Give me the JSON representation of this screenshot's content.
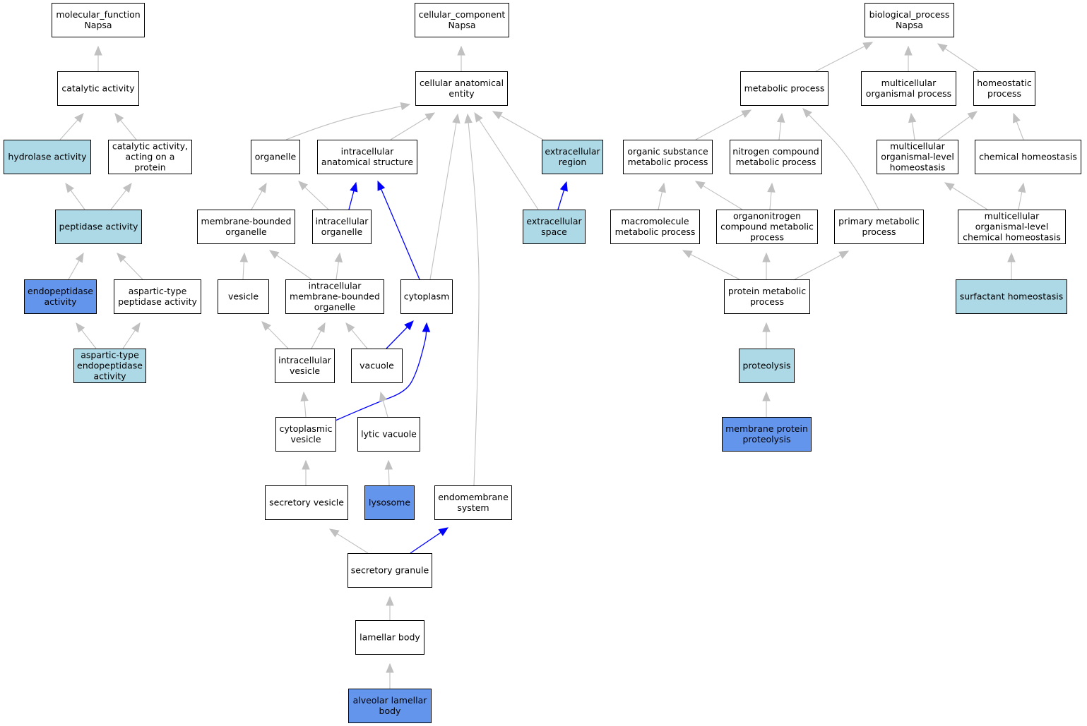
{
  "colors": {
    "plain": "#ffffff",
    "light": "#add8e6",
    "strong": "#6495ed",
    "edge_gray": "#c0c0c0",
    "edge_blue": "#0000ff"
  },
  "nodes": {
    "mf_root": {
      "lines": [
        "molecular_function",
        "Napsa"
      ],
      "fill": "plain"
    },
    "catalytic": {
      "lines": [
        "catalytic activity"
      ],
      "fill": "plain"
    },
    "hydrolase": {
      "lines": [
        "hydrolase activity"
      ],
      "fill": "light"
    },
    "cat_protein": {
      "lines": [
        "catalytic activity,",
        "acting on a",
        "protein"
      ],
      "fill": "plain"
    },
    "peptidase": {
      "lines": [
        "peptidase activity"
      ],
      "fill": "light"
    },
    "endopeptidase": {
      "lines": [
        "endopeptidase",
        "activity"
      ],
      "fill": "strong"
    },
    "asp_peptidase": {
      "lines": [
        "aspartic-type",
        "peptidase activity"
      ],
      "fill": "plain"
    },
    "asp_endo": {
      "lines": [
        "aspartic-type",
        "endopeptidase",
        "activity"
      ],
      "fill": "light"
    },
    "cc_root": {
      "lines": [
        "cellular_component",
        "Napsa"
      ],
      "fill": "plain"
    },
    "cae": {
      "lines": [
        "cellular anatomical",
        "entity"
      ],
      "fill": "plain"
    },
    "organelle": {
      "lines": [
        "organelle"
      ],
      "fill": "plain"
    },
    "ias": {
      "lines": [
        "intracellular",
        "anatomical structure"
      ],
      "fill": "plain"
    },
    "extra_region": {
      "lines": [
        "extracellular",
        "region"
      ],
      "fill": "light"
    },
    "mbo": {
      "lines": [
        "membrane-bounded",
        "organelle"
      ],
      "fill": "plain"
    },
    "intra_org": {
      "lines": [
        "intracellular",
        "organelle"
      ],
      "fill": "plain"
    },
    "extra_space": {
      "lines": [
        "extracellular",
        "space"
      ],
      "fill": "light"
    },
    "vesicle": {
      "lines": [
        "vesicle"
      ],
      "fill": "plain"
    },
    "imbo": {
      "lines": [
        "intracellular",
        "membrane-bounded",
        "organelle"
      ],
      "fill": "plain"
    },
    "cytoplasm": {
      "lines": [
        "cytoplasm"
      ],
      "fill": "plain"
    },
    "intra_vesicle": {
      "lines": [
        "intracellular",
        "vesicle"
      ],
      "fill": "plain"
    },
    "vacuole": {
      "lines": [
        "vacuole"
      ],
      "fill": "plain"
    },
    "cyto_vesicle": {
      "lines": [
        "cytoplasmic",
        "vesicle"
      ],
      "fill": "plain"
    },
    "lytic_vacuole": {
      "lines": [
        "lytic vacuole"
      ],
      "fill": "plain"
    },
    "secretory_vesicle": {
      "lines": [
        "secretory vesicle"
      ],
      "fill": "plain"
    },
    "lysosome": {
      "lines": [
        "lysosome"
      ],
      "fill": "strong"
    },
    "endomembrane": {
      "lines": [
        "endomembrane",
        "system"
      ],
      "fill": "plain"
    },
    "secretory_granule": {
      "lines": [
        "secretory granule"
      ],
      "fill": "plain"
    },
    "lamellar_body": {
      "lines": [
        "lamellar body"
      ],
      "fill": "plain"
    },
    "alveolar_lamellar": {
      "lines": [
        "alveolar lamellar",
        "body"
      ],
      "fill": "strong"
    },
    "bp_root": {
      "lines": [
        "biological_process",
        "Napsa"
      ],
      "fill": "plain"
    },
    "metabolic": {
      "lines": [
        "metabolic process"
      ],
      "fill": "plain"
    },
    "multi_org": {
      "lines": [
        "multicellular",
        "organismal process"
      ],
      "fill": "plain"
    },
    "homeostatic": {
      "lines": [
        "homeostatic",
        "process"
      ],
      "fill": "plain"
    },
    "organic_sub": {
      "lines": [
        "organic substance",
        "metabolic process"
      ],
      "fill": "plain"
    },
    "nitrogen": {
      "lines": [
        "nitrogen compound",
        "metabolic process"
      ],
      "fill": "plain"
    },
    "multi_homeo": {
      "lines": [
        "multicellular",
        "organismal-level",
        "homeostasis"
      ],
      "fill": "plain"
    },
    "chem_homeo": {
      "lines": [
        "chemical homeostasis"
      ],
      "fill": "plain"
    },
    "macromolecule": {
      "lines": [
        "macromolecule",
        "metabolic process"
      ],
      "fill": "plain"
    },
    "organonitrogen": {
      "lines": [
        "organonitrogen",
        "compound metabolic",
        "process"
      ],
      "fill": "plain"
    },
    "primary": {
      "lines": [
        "primary metabolic",
        "process"
      ],
      "fill": "plain"
    },
    "multi_chem": {
      "lines": [
        "multicellular",
        "organismal-level",
        "chemical homeostasis"
      ],
      "fill": "plain"
    },
    "protein_met": {
      "lines": [
        "protein metabolic",
        "process"
      ],
      "fill": "plain"
    },
    "surfactant": {
      "lines": [
        "surfactant homeostasis"
      ],
      "fill": "light"
    },
    "proteolysis": {
      "lines": [
        "proteolysis"
      ],
      "fill": "light"
    },
    "membrane_prot": {
      "lines": [
        "membrane protein",
        "proteolysis"
      ],
      "fill": "strong"
    }
  },
  "edges": [
    {
      "from": "catalytic",
      "to": "mf_root",
      "color": "gray"
    },
    {
      "from": "hydrolase",
      "to": "catalytic",
      "color": "gray"
    },
    {
      "from": "cat_protein",
      "to": "catalytic",
      "color": "gray"
    },
    {
      "from": "peptidase",
      "to": "hydrolase",
      "color": "gray"
    },
    {
      "from": "peptidase",
      "to": "cat_protein",
      "color": "gray"
    },
    {
      "from": "endopeptidase",
      "to": "peptidase",
      "color": "gray"
    },
    {
      "from": "asp_peptidase",
      "to": "peptidase",
      "color": "gray"
    },
    {
      "from": "asp_endo",
      "to": "endopeptidase",
      "color": "gray"
    },
    {
      "from": "asp_endo",
      "to": "asp_peptidase",
      "color": "gray"
    },
    {
      "from": "cae",
      "to": "cc_root",
      "color": "gray"
    },
    {
      "from": "organelle",
      "to": "cae",
      "color": "gray"
    },
    {
      "from": "ias",
      "to": "cae",
      "color": "gray"
    },
    {
      "from": "extra_region",
      "to": "cae",
      "color": "gray"
    },
    {
      "from": "cytoplasm",
      "to": "cae",
      "color": "gray"
    },
    {
      "from": "extra_space",
      "to": "cae",
      "color": "gray"
    },
    {
      "from": "endomembrane",
      "to": "cae",
      "color": "gray"
    },
    {
      "from": "mbo",
      "to": "organelle",
      "color": "gray"
    },
    {
      "from": "intra_org",
      "to": "organelle",
      "color": "gray"
    },
    {
      "from": "intra_org",
      "to": "ias",
      "color": "blue"
    },
    {
      "from": "cytoplasm",
      "to": "ias",
      "color": "blue"
    },
    {
      "from": "extra_space",
      "to": "extra_region",
      "color": "blue"
    },
    {
      "from": "vesicle",
      "to": "mbo",
      "color": "gray"
    },
    {
      "from": "imbo",
      "to": "mbo",
      "color": "gray"
    },
    {
      "from": "imbo",
      "to": "intra_org",
      "color": "gray"
    },
    {
      "from": "intra_vesicle",
      "to": "vesicle",
      "color": "gray"
    },
    {
      "from": "intra_vesicle",
      "to": "imbo",
      "color": "gray"
    },
    {
      "from": "vacuole",
      "to": "imbo",
      "color": "gray"
    },
    {
      "from": "vacuole",
      "to": "cytoplasm",
      "color": "blue"
    },
    {
      "from": "cyto_vesicle",
      "to": "intra_vesicle",
      "color": "gray"
    },
    {
      "from": "cyto_vesicle",
      "to": "cytoplasm",
      "color": "blue"
    },
    {
      "from": "lytic_vacuole",
      "to": "vacuole",
      "color": "gray"
    },
    {
      "from": "secretory_vesicle",
      "to": "cyto_vesicle",
      "color": "gray"
    },
    {
      "from": "lysosome",
      "to": "lytic_vacuole",
      "color": "gray"
    },
    {
      "from": "secretory_granule",
      "to": "secretory_vesicle",
      "color": "gray"
    },
    {
      "from": "secretory_granule",
      "to": "endomembrane",
      "color": "blue"
    },
    {
      "from": "lamellar_body",
      "to": "secretory_granule",
      "color": "gray"
    },
    {
      "from": "alveolar_lamellar",
      "to": "lamellar_body",
      "color": "gray"
    },
    {
      "from": "metabolic",
      "to": "bp_root",
      "color": "gray"
    },
    {
      "from": "multi_org",
      "to": "bp_root",
      "color": "gray"
    },
    {
      "from": "homeostatic",
      "to": "bp_root",
      "color": "gray"
    },
    {
      "from": "organic_sub",
      "to": "metabolic",
      "color": "gray"
    },
    {
      "from": "nitrogen",
      "to": "metabolic",
      "color": "gray"
    },
    {
      "from": "primary",
      "to": "metabolic",
      "color": "gray"
    },
    {
      "from": "multi_homeo",
      "to": "multi_org",
      "color": "gray"
    },
    {
      "from": "multi_homeo",
      "to": "homeostatic",
      "color": "gray"
    },
    {
      "from": "chem_homeo",
      "to": "homeostatic",
      "color": "gray"
    },
    {
      "from": "macromolecule",
      "to": "organic_sub",
      "color": "gray"
    },
    {
      "from": "organonitrogen",
      "to": "organic_sub",
      "color": "gray"
    },
    {
      "from": "organonitrogen",
      "to": "nitrogen",
      "color": "gray"
    },
    {
      "from": "multi_chem",
      "to": "multi_homeo",
      "color": "gray"
    },
    {
      "from": "multi_chem",
      "to": "chem_homeo",
      "color": "gray"
    },
    {
      "from": "protein_met",
      "to": "macromolecule",
      "color": "gray"
    },
    {
      "from": "protein_met",
      "to": "organonitrogen",
      "color": "gray"
    },
    {
      "from": "protein_met",
      "to": "primary",
      "color": "gray"
    },
    {
      "from": "surfactant",
      "to": "multi_chem",
      "color": "gray"
    },
    {
      "from": "proteolysis",
      "to": "protein_met",
      "color": "gray"
    },
    {
      "from": "membrane_prot",
      "to": "proteolysis",
      "color": "gray"
    }
  ]
}
